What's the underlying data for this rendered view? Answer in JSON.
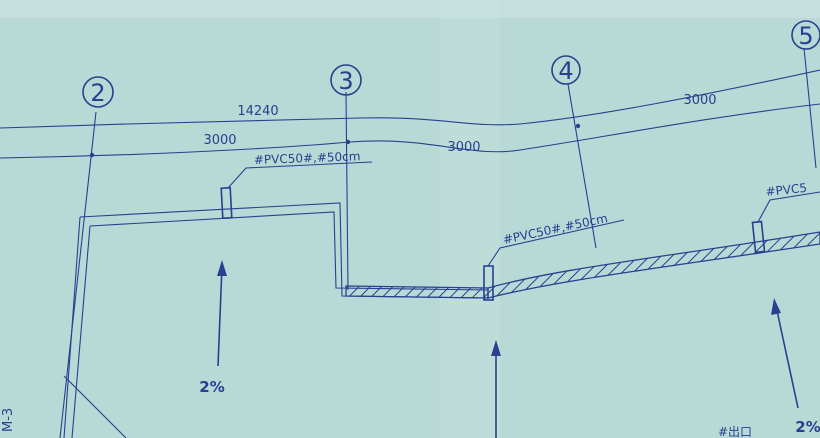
{
  "grid_axes": [
    "2",
    "3",
    "4",
    "5"
  ],
  "dimensions": {
    "overall": "14240",
    "span_2_3": "3000",
    "span_3_4": "3000",
    "span_4_5": "3000"
  },
  "notes": {
    "pipe_1": "#PVC50#,#50cm",
    "pipe_2": "#PVC50#,#50cm",
    "pipe_3": "#PVC5"
  },
  "slopes": {
    "left": "2%",
    "right": "2%"
  },
  "labels": {
    "side_marker": "M-3",
    "bottom_note": "#出口"
  }
}
